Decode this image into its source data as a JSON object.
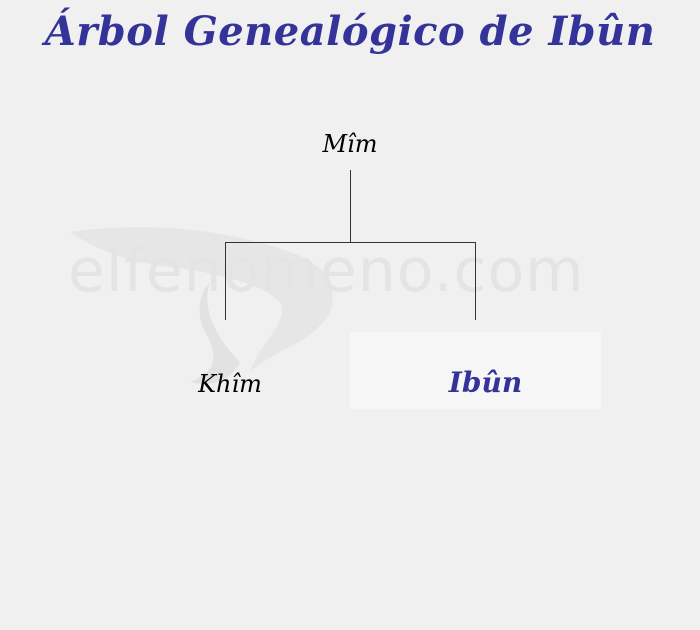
{
  "title": "Árbol Genealógico de Ibûn",
  "watermark": "elfenomeno.com",
  "tree": {
    "root": {
      "name": "Mîm"
    },
    "children": [
      {
        "name": "Khîm",
        "highlighted": false
      },
      {
        "name": "Ibûn",
        "highlighted": true
      }
    ]
  },
  "colors": {
    "title": "#333399",
    "highlight_text": "#333399",
    "background": "#f0f0f0",
    "highlight_box": "#f6f6f6",
    "line": "#333333"
  }
}
